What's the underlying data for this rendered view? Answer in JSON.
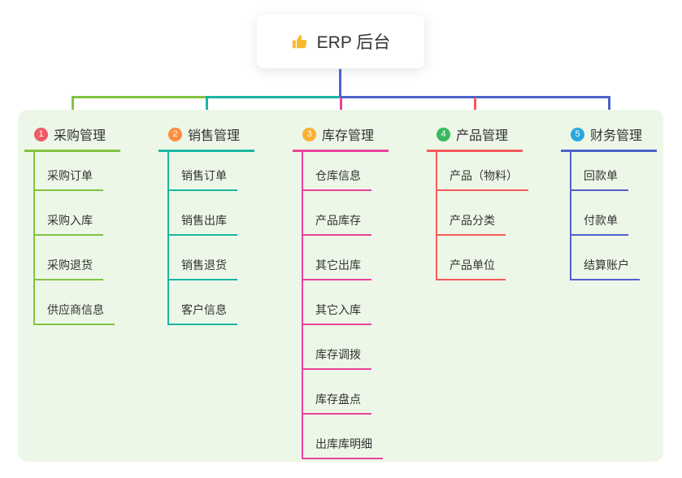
{
  "root": {
    "title": "ERP 后台",
    "icon": "thumbs-up-icon",
    "icon_color": "#f7b92c",
    "line_color": "#4c63c8"
  },
  "panel": {
    "background": "#edf7e7"
  },
  "branches": [
    {
      "num": "1",
      "label": "采购管理",
      "color": "#82c341",
      "badge_color": "#ee5b68",
      "children": [
        "采购订单",
        "采购入库",
        "采购退货",
        "供应商信息"
      ]
    },
    {
      "num": "2",
      "label": "销售管理",
      "color": "#1cb5a3",
      "badge_color": "#fb8e3f",
      "children": [
        "销售订单",
        "销售出库",
        "销售退货",
        "客户信息"
      ]
    },
    {
      "num": "3",
      "label": "库存管理",
      "color": "#e8439b",
      "badge_color": "#fbaf34",
      "children": [
        "仓库信息",
        "产品库存",
        "其它出库",
        "其它入库",
        "库存调拨",
        "库存盘点",
        "出库库明细"
      ]
    },
    {
      "num": "4",
      "label": "产品管理",
      "color": "#f55b5b",
      "badge_color": "#36bb5b",
      "children": [
        "产品（物料）",
        "产品分类",
        "产品单位"
      ]
    },
    {
      "num": "5",
      "label": "财务管理",
      "color": "#4c63c8",
      "badge_color": "#2ba7de",
      "children": [
        "回款单",
        "付款单",
        "结算账户"
      ]
    }
  ]
}
